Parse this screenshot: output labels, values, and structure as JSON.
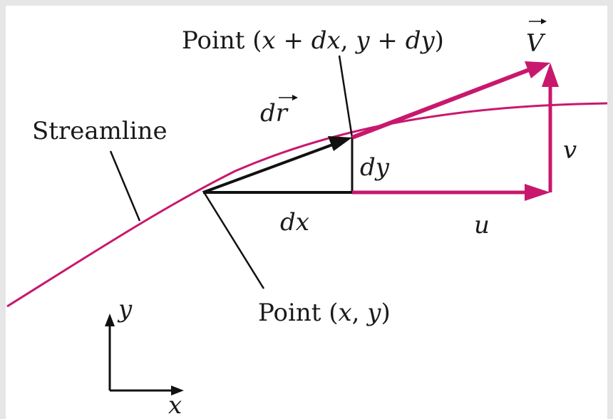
{
  "labels": {
    "streamline": "Streamline",
    "point_end": "Point (x + dx, y + dy)",
    "point_start": "Point (x, y)",
    "dr": "dr",
    "V": "V",
    "dx": "dx",
    "dy": "dy",
    "u": "u",
    "v": "v",
    "axis_x": "x",
    "axis_y": "y"
  },
  "colors": {
    "streamline": "#c8186e",
    "vector": "#c8186e",
    "black": "#111111"
  }
}
